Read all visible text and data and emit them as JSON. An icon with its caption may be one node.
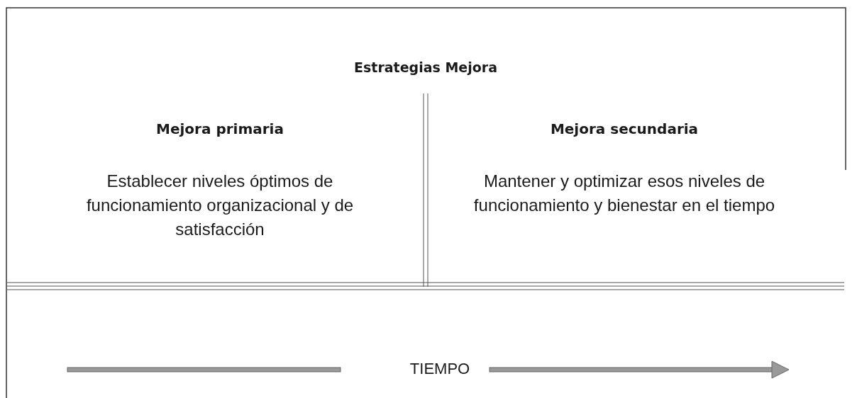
{
  "diagram": {
    "title": "Estrategias Mejora",
    "nodes": [
      {
        "text": [
          "Mejora primaria",
          "Establecer niveles óptimos de funcionamiento organizacional y de satisfacción"
        ]
      },
      {
        "text": [
          "Mejora secundaria",
          "Mantener y optimizar esos niveles de funcionamiento y bienestar en el tiempo"
        ]
      }
    ],
    "labels": [
      "TIEMPO"
    ]
  }
}
